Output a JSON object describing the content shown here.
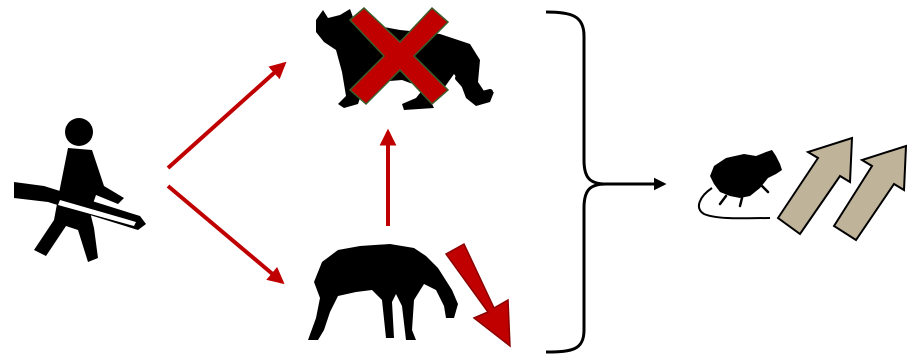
{
  "diagram": {
    "nodes": [
      {
        "id": "hunter",
        "icon": "hunter-with-rifle-icon",
        "color": "#000000"
      },
      {
        "id": "predator",
        "icon": "cougar-icon",
        "color": "#000000"
      },
      {
        "id": "prey",
        "icon": "deer-icon",
        "color": "#000000"
      },
      {
        "id": "rodent",
        "icon": "rat-icon",
        "color": "#000000"
      }
    ],
    "markers": [
      {
        "target": "predator",
        "icon": "red-x-icon",
        "meaning": "removed",
        "color": "#c00000",
        "outline": "#3b5d2a"
      },
      {
        "target": "prey",
        "icon": "down-arrow-icon",
        "meaning": "decrease",
        "color": "#c00000"
      },
      {
        "target": "rodent",
        "icon": "double-up-arrow-icon",
        "meaning": "increase",
        "color": "#bfb39a"
      }
    ],
    "edges": [
      {
        "from": "hunter",
        "to": "predator",
        "color": "#c00000"
      },
      {
        "from": "hunter",
        "to": "prey",
        "color": "#c00000"
      },
      {
        "from": "prey",
        "to": "predator",
        "color": "#c00000"
      },
      {
        "from": "bracket",
        "to": "rodent",
        "color": "#000000"
      }
    ],
    "bracket": {
      "icon": "right-curly-bracket-icon",
      "color": "#000000"
    }
  }
}
